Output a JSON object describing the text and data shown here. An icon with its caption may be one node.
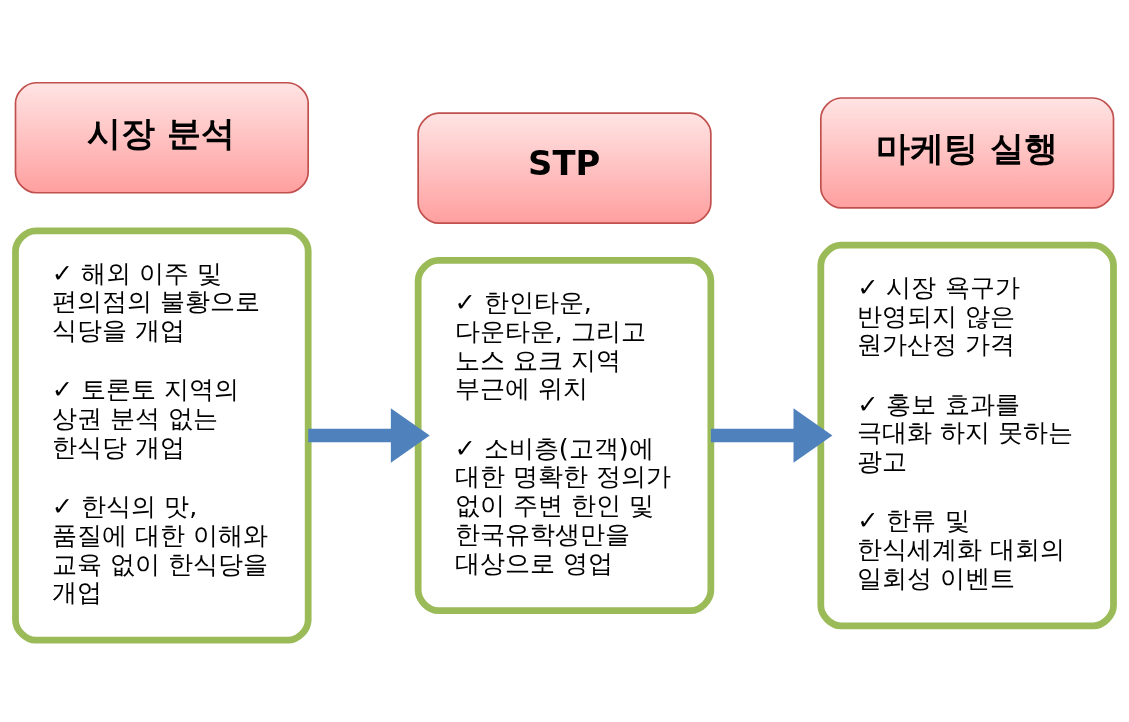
{
  "diagram": {
    "nodes": [
      {
        "text": [
          "시장 분석"
        ]
      },
      {
        "text": [
          "✓ 해외 이주 및 편의점의 불황으로 식당을 개업",
          "✓ 토론토 지역의 상권 분석 없는 한식당 개업",
          "✓ 한식의 맛, 품질에 대한 이해와 교육 없이 한식당을 개업"
        ]
      },
      {
        "text": [
          "STP"
        ]
      },
      {
        "text": [
          "✓ 한인타운, 다운타운, 그리고 노스 요크 지역 부근에 위치",
          "✓ 소비층(고객)에 대한 명확한 정의가 없이 주변 한인 및 한국유학생만을 대상으로 영업"
        ]
      },
      {
        "text": [
          "마케팅 실행"
        ]
      },
      {
        "text": [
          "✓ 시장 욕구가 반영되지 않은 원가산정 가격",
          "✓ 홍보 효과를 극대화 하지 못하는 광고",
          "✓ 한류 및 한식세계화 대회의 일회성 이벤트"
        ]
      }
    ],
    "edges": [
      {
        "from": 1,
        "to": 3,
        "arrow": "to"
      },
      {
        "from": 3,
        "to": 5,
        "arrow": "to"
      }
    ]
  }
}
